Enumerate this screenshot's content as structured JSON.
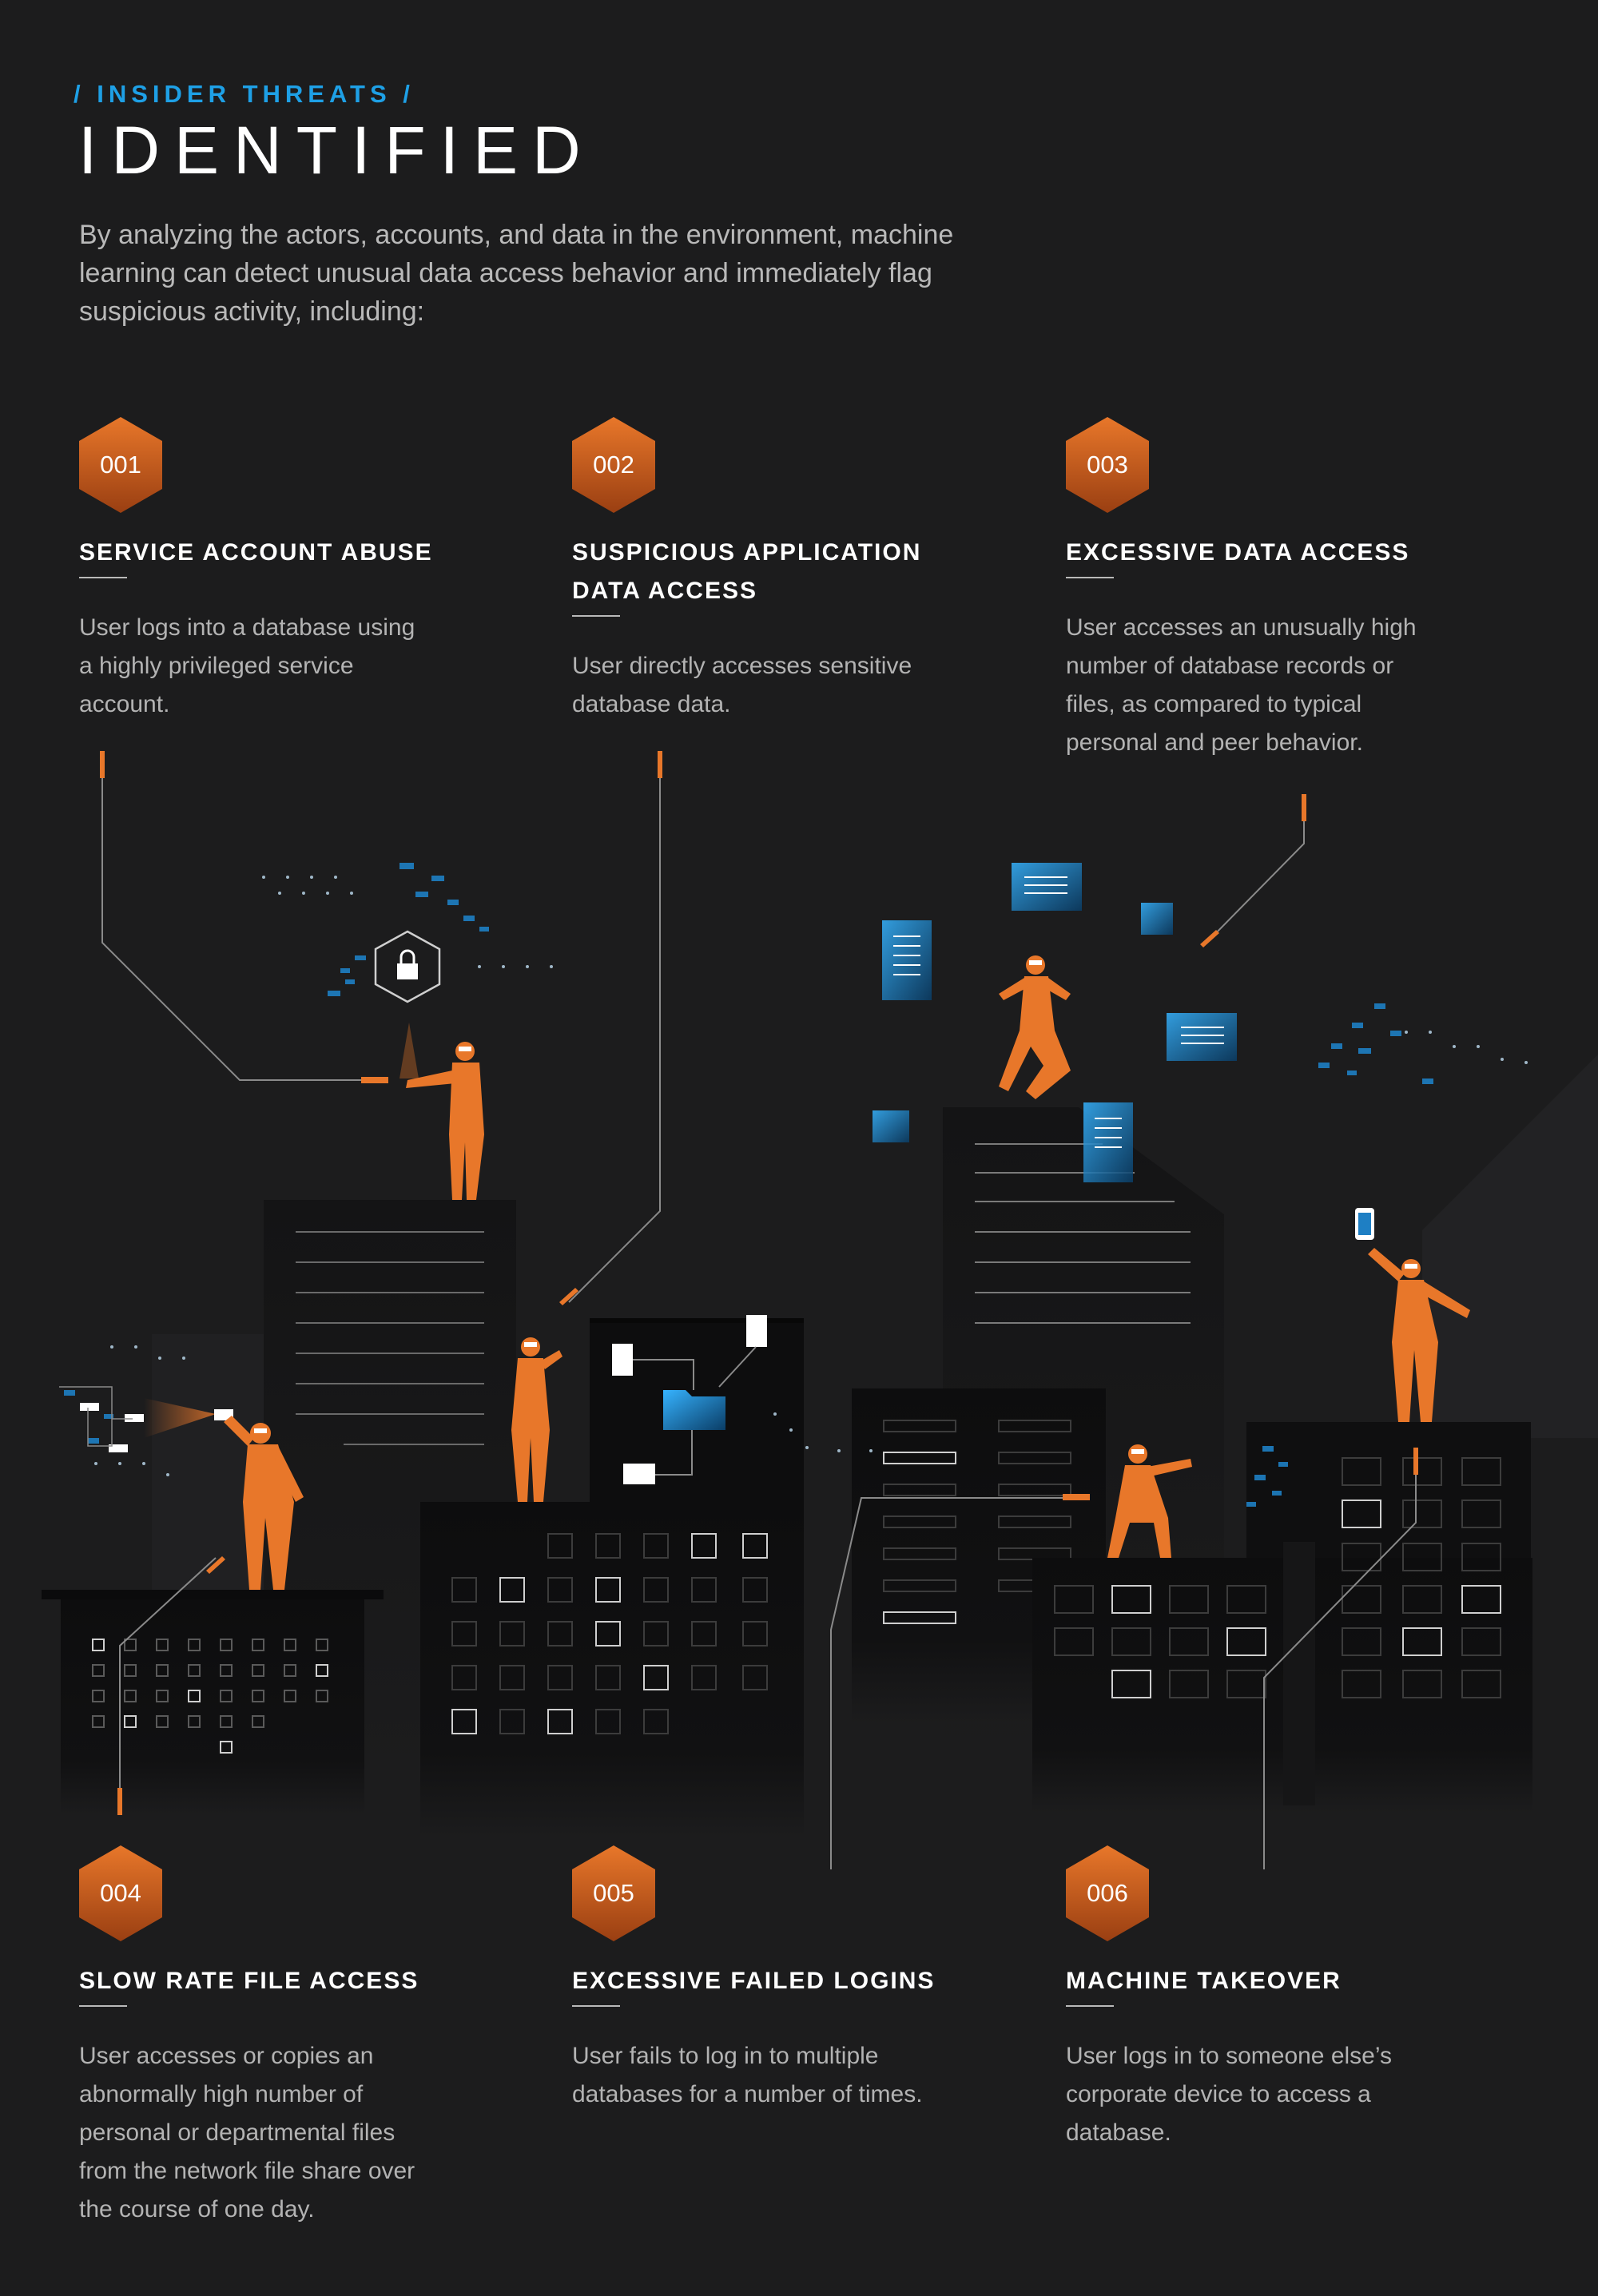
{
  "header": {
    "eyebrow": "/ INSIDER THREATS /",
    "title": "IDENTIFIED",
    "intro": "By analyzing the actors, accounts, and data in the environment, machine learning can detect unusual data access behavior and immediately flag suspicious activity, including:"
  },
  "threats": [
    {
      "number": "001",
      "title": "SERVICE ACCOUNT ABUSE",
      "description": "User logs into a database using a highly privileged service account."
    },
    {
      "number": "002",
      "title": "SUSPICIOUS APPLICATION DATA ACCESS",
      "description": "User directly accesses sensitive database data."
    },
    {
      "number": "003",
      "title": "EXCESSIVE DATA ACCESS",
      "description": "User accesses an unusually high number of database records or files, as compared to typical personal and peer behavior."
    },
    {
      "number": "004",
      "title": "SLOW RATE FILE ACCESS",
      "description": "User accesses or copies an abnormally high number of personal or departmental files from the network file share over the course of one day."
    },
    {
      "number": "005",
      "title": "EXCESSIVE FAILED LOGINS",
      "description": "User fails to log in to multiple databases for a number of times."
    },
    {
      "number": "006",
      "title": "MACHINE TAKEOVER",
      "description": "User logs in to someone else’s corporate device to access a database."
    }
  ],
  "colors": {
    "background": "#1c1c1d",
    "accent_orange": "#e8772a",
    "accent_blue": "#1ea0e6",
    "text_muted": "#b3b3b3"
  },
  "icons": [
    "hexagon-badge-icon",
    "padlock-icon",
    "flashlight-icon",
    "folder-icon",
    "document-icon",
    "phone-icon",
    "person-figure-icon"
  ]
}
